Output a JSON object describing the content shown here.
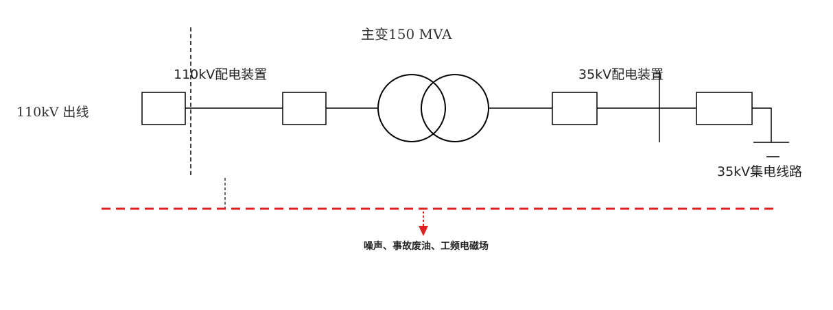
{
  "labels": {
    "transformer": "主变150 MVA",
    "outgoing_110kv": "110kV 出线",
    "switchgear_110kv": "110kV配电装置",
    "switchgear_35kv": "35kV配电装置",
    "collector_35kv": "35kV集电线路",
    "pollution": "噪声、事故废油、工频电磁场"
  },
  "colors": {
    "line": "#000000",
    "boundary": "#e02020",
    "arrow": "#e02020",
    "text": "#333333"
  }
}
